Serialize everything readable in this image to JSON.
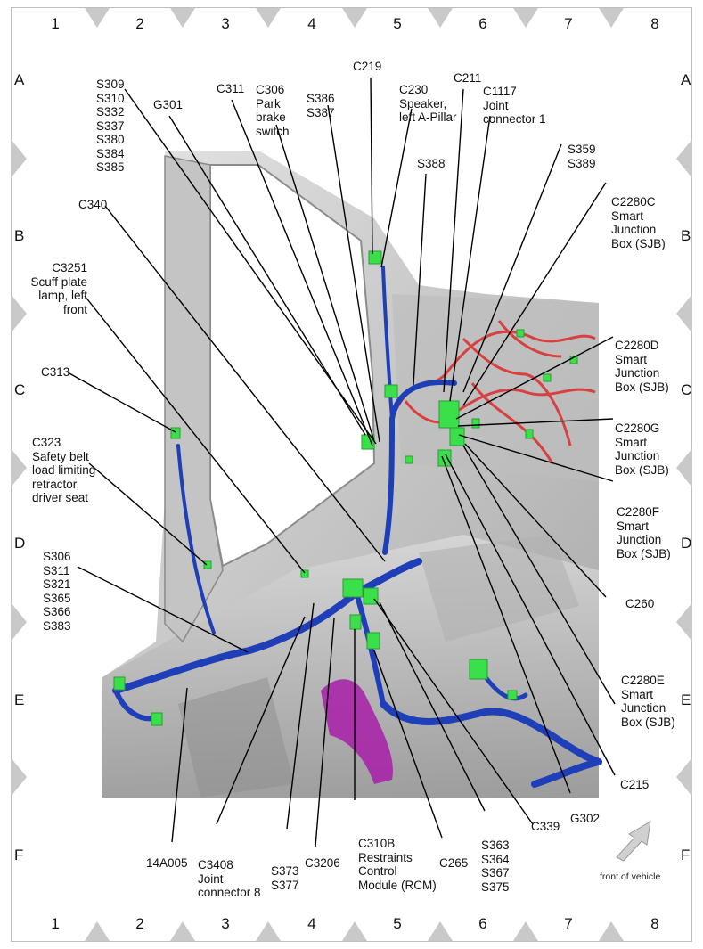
{
  "grid": {
    "columns": [
      "1",
      "2",
      "3",
      "4",
      "5",
      "6",
      "7",
      "8"
    ],
    "rows": [
      "A",
      "B",
      "C",
      "D",
      "E",
      "F"
    ]
  },
  "callouts": [
    {
      "id": "c1",
      "lines": [
        "S309",
        "S310",
        "S332",
        "S337",
        "S380",
        "S384",
        "S385"
      ]
    },
    {
      "id": "c2",
      "lines": [
        "G301"
      ]
    },
    {
      "id": "c3",
      "lines": [
        "C311"
      ]
    },
    {
      "id": "c4",
      "lines": [
        "C306",
        "Park",
        "brake",
        "switch"
      ]
    },
    {
      "id": "c5",
      "lines": [
        "S386",
        "S387"
      ]
    },
    {
      "id": "c6",
      "lines": [
        "C219"
      ]
    },
    {
      "id": "c7",
      "lines": [
        "C230",
        "Speaker,",
        "left A-Pillar"
      ]
    },
    {
      "id": "c8",
      "lines": [
        "C211"
      ]
    },
    {
      "id": "c9",
      "lines": [
        "C1117",
        "Joint",
        "connector 1"
      ]
    },
    {
      "id": "c10",
      "lines": [
        "S359",
        "S389"
      ]
    },
    {
      "id": "c11",
      "lines": [
        "S388"
      ]
    },
    {
      "id": "c12",
      "lines": [
        "C2280C",
        "Smart",
        "Junction",
        "Box (SJB)"
      ]
    },
    {
      "id": "c13",
      "lines": [
        "C340"
      ]
    },
    {
      "id": "c14",
      "lines": [
        "C3251",
        "Scuff plate",
        "lamp, left",
        "front"
      ]
    },
    {
      "id": "c15",
      "lines": [
        "C2280D",
        "Smart",
        "Junction",
        "Box (SJB)"
      ]
    },
    {
      "id": "c16",
      "lines": [
        "C313"
      ]
    },
    {
      "id": "c17",
      "lines": [
        "C2280G",
        "Smart",
        "Junction",
        "Box (SJB)"
      ]
    },
    {
      "id": "c18",
      "lines": [
        "C323",
        "Safety belt",
        "load limiting",
        "retractor,",
        "driver seat"
      ]
    },
    {
      "id": "c19",
      "lines": [
        "C2280F",
        "Smart",
        "Junction",
        "Box (SJB)"
      ]
    },
    {
      "id": "c20",
      "lines": [
        "S306",
        "S311",
        "S321",
        "S365",
        "S366",
        "S383"
      ]
    },
    {
      "id": "c21",
      "lines": [
        "C260"
      ]
    },
    {
      "id": "c22",
      "lines": [
        "C2280E",
        "Smart",
        "Junction",
        "Box (SJB)"
      ]
    },
    {
      "id": "c23",
      "lines": [
        "C215"
      ]
    },
    {
      "id": "c24",
      "lines": [
        "14A005"
      ]
    },
    {
      "id": "c25",
      "lines": [
        "C3408",
        "Joint",
        "connector 8"
      ]
    },
    {
      "id": "c26",
      "lines": [
        "S373",
        "S377"
      ]
    },
    {
      "id": "c27",
      "lines": [
        "C3206"
      ]
    },
    {
      "id": "c28",
      "lines": [
        "C310B",
        "Restraints",
        "Control",
        "Module (RCM)"
      ]
    },
    {
      "id": "c29",
      "lines": [
        "C265"
      ]
    },
    {
      "id": "c30",
      "lines": [
        "S363",
        "S364",
        "S367",
        "S375"
      ]
    },
    {
      "id": "c31",
      "lines": [
        "C339"
      ]
    },
    {
      "id": "c32",
      "lines": [
        "G302"
      ]
    }
  ],
  "orientation_label": "front of vehicle",
  "colors": {
    "harness_blue": "#1e3fb8",
    "harness_red": "#d84040",
    "connector_green": "#39e04a",
    "body_gray": "#cfcfcf",
    "module_purple": "#a81fa8"
  }
}
